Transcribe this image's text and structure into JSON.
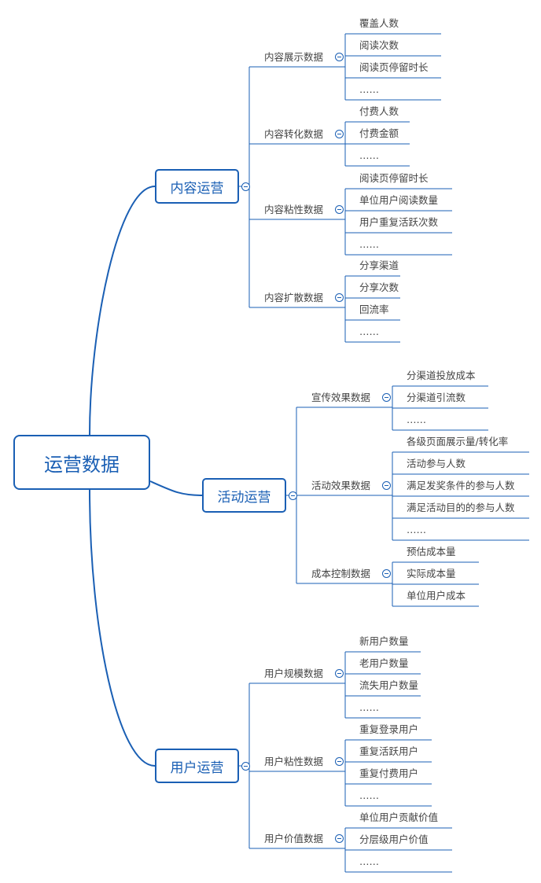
{
  "root": {
    "label": "运营数据"
  },
  "branches": [
    {
      "label": "内容运营",
      "groups": [
        {
          "label": "内容展示数据",
          "items": [
            "覆盖人数",
            "阅读次数",
            "阅读页停留时长",
            "……"
          ]
        },
        {
          "label": "内容转化数据",
          "items": [
            "付费人数",
            "付费金额",
            "……"
          ]
        },
        {
          "label": "内容粘性数据",
          "items": [
            "阅读页停留时长",
            "单位用户阅读数量",
            "用户重复活跃次数",
            "……"
          ]
        },
        {
          "label": "内容扩散数据",
          "items": [
            "分享渠道",
            "分享次数",
            "回流率",
            "……"
          ]
        }
      ]
    },
    {
      "label": "活动运营",
      "groups": [
        {
          "label": "宣传效果数据",
          "items": [
            "分渠道投放成本",
            "分渠道引流数",
            "……"
          ]
        },
        {
          "label": "活动效果数据",
          "items": [
            "各级页面展示量/转化率",
            "活动参与人数",
            "满足发奖条件的参与人数",
            "满足活动目的的参与人数",
            "……"
          ]
        },
        {
          "label": "成本控制数据",
          "items": [
            "预估成本量",
            "实际成本量",
            "单位用户成本"
          ]
        }
      ]
    },
    {
      "label": "用户运营",
      "groups": [
        {
          "label": "用户规模数据",
          "items": [
            "新用户数量",
            "老用户数量",
            "流失用户数量",
            "……"
          ]
        },
        {
          "label": "用户粘性数据",
          "items": [
            "重复登录用户",
            "重复活跃用户",
            "重复付费用户",
            "……"
          ]
        },
        {
          "label": "用户价值数据",
          "items": [
            "单位用户贡献价值",
            "分层级用户价值",
            "……"
          ]
        }
      ]
    }
  ],
  "colors": {
    "accent": "#1a5fb4"
  }
}
